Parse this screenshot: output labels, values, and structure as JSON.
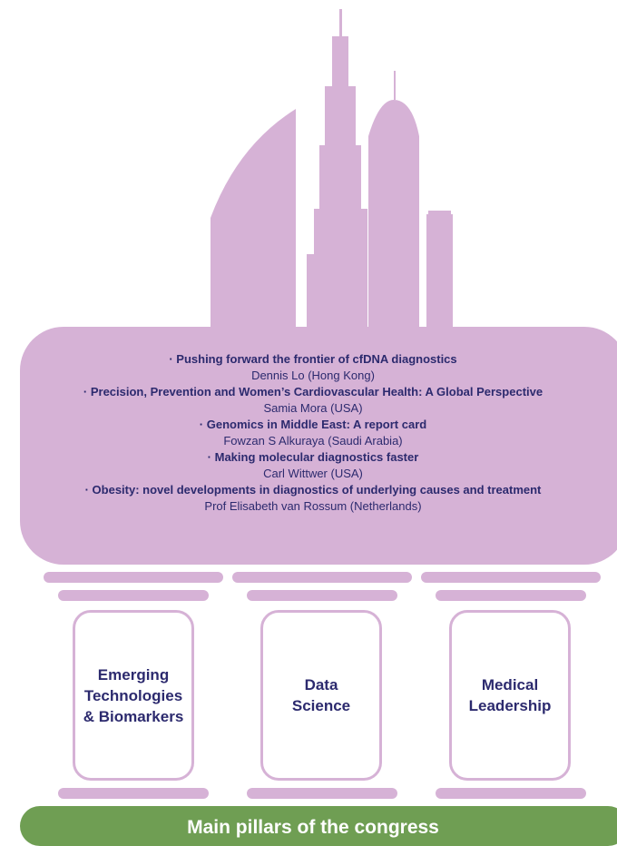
{
  "colors": {
    "accent": "#d6b2d6",
    "text": "#2c2a6e",
    "footer": "#6f9e53"
  },
  "talks": [
    {
      "title": "Pushing forward the frontier of cfDNA diagnostics",
      "speaker": "Dennis Lo (Hong Kong)"
    },
    {
      "title": "Precision, Prevention and Women’s Cardiovascular Health: A Global Perspective",
      "speaker": "Samia Mora (USA)"
    },
    {
      "title": "Genomics in Middle East: A report card",
      "speaker": "Fowzan S Alkuraya (Saudi Arabia)"
    },
    {
      "title": "Making molecular diagnostics faster",
      "speaker": "Carl Wittwer (USA)"
    },
    {
      "title": "Obesity: novel developments in diagnostics of underlying causes and treatment",
      "speaker": "Prof Elisabeth van Rossum (Netherlands)"
    }
  ],
  "pillars": [
    {
      "label": "Emerging\nTechnologies\n& Biomarkers"
    },
    {
      "label": "Data\nScience"
    },
    {
      "label": "Medical\nLeadership"
    }
  ],
  "footer": {
    "label": "Main pillars of the congress"
  }
}
